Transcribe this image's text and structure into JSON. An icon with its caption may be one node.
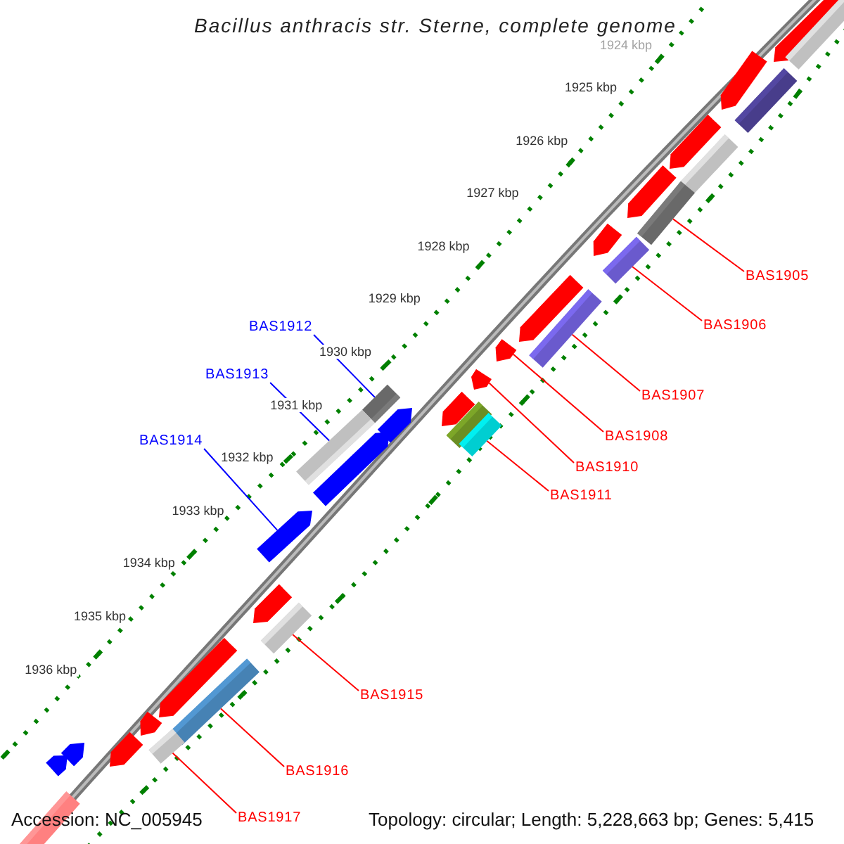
{
  "diagram": {
    "title": "Bacillus anthracis str. Sterne, complete genome",
    "nodes": [
      {
        "text": [
          "BAS1905"
        ]
      },
      {
        "text": [
          "BAS1906"
        ]
      },
      {
        "text": [
          "BAS1907"
        ]
      },
      {
        "text": [
          "BAS1908"
        ]
      },
      {
        "text": [
          "BAS1910"
        ]
      },
      {
        "text": [
          "BAS1911"
        ]
      },
      {
        "text": [
          "BAS1912"
        ]
      },
      {
        "text": [
          "BAS1913"
        ]
      },
      {
        "text": [
          "BAS1914"
        ]
      },
      {
        "text": [
          "BAS1915"
        ]
      },
      {
        "text": [
          "BAS1916"
        ]
      },
      {
        "text": [
          "BAS1917"
        ]
      },
      {
        "text": [],
        "shape": "arrow"
      },
      {
        "text": [],
        "shape": "bar"
      },
      {
        "text": [],
        "shape": "arrow"
      },
      {
        "text": [],
        "shape": "bar"
      },
      {
        "text": [],
        "shape": "arrow"
      },
      {
        "text": [],
        "shape": "bar"
      },
      {
        "text": [],
        "shape": "arrow"
      },
      {
        "text": [],
        "shape": "bar"
      },
      {
        "text": [],
        "shape": "arrow"
      },
      {
        "text": [],
        "shape": "bar"
      },
      {
        "text": [],
        "shape": "arrow"
      },
      {
        "text": [],
        "shape": "bar"
      },
      {
        "text": [],
        "shape": "arrow"
      },
      {
        "text": [],
        "shape": "arrow"
      },
      {
        "text": [],
        "shape": "bar"
      },
      {
        "text": [],
        "shape": "arrow"
      },
      {
        "text": [],
        "shape": "bar"
      },
      {
        "text": [],
        "shape": "arrow"
      },
      {
        "text": [],
        "shape": "bar"
      },
      {
        "text": [],
        "shape": "bar"
      },
      {
        "text": [],
        "shape": "arrow"
      },
      {
        "text": [],
        "shape": "arrow"
      },
      {
        "text": [],
        "shape": "arrow"
      },
      {
        "text": [],
        "shape": "bar"
      },
      {
        "text": [],
        "shape": "arrow"
      },
      {
        "text": [],
        "shape": "bar"
      },
      {
        "text": [],
        "shape": "arrow"
      },
      {
        "text": [],
        "shape": "bar"
      },
      {
        "text": [],
        "shape": "arrow"
      },
      {
        "text": [],
        "shape": "arrow"
      },
      {
        "text": [],
        "shape": "arrow"
      },
      {
        "text": [],
        "shape": "arrow"
      }
    ],
    "edges": [
      {
        "from": 0,
        "to": 19,
        "arrow": "none"
      },
      {
        "from": 1,
        "to": 21,
        "arrow": "none"
      },
      {
        "from": 2,
        "to": 23,
        "arrow": "none"
      },
      {
        "from": 3,
        "to": 24,
        "arrow": "none"
      },
      {
        "from": 4,
        "to": 25,
        "arrow": "none"
      },
      {
        "from": 5,
        "to": 31,
        "arrow": "none"
      },
      {
        "from": 6,
        "to": 26,
        "arrow": "none",
        "color": "#0000ff"
      },
      {
        "from": 7,
        "to": 30,
        "arrow": "none",
        "color": "#0000ff"
      },
      {
        "from": 8,
        "to": 33,
        "arrow": "none",
        "color": "#0000ff"
      },
      {
        "from": 9,
        "to": 35,
        "arrow": "none"
      },
      {
        "from": 10,
        "to": 37,
        "arrow": "none"
      },
      {
        "from": 11,
        "to": 39,
        "arrow": "none"
      }
    ],
    "labels": [
      "1924 kbp",
      "1925 kbp",
      "1926 kbp",
      "1927 kbp",
      "1928 kbp",
      "1929 kbp",
      "1930 kbp",
      "1931 kbp",
      "1932 kbp",
      "1933 kbp",
      "1934 kbp",
      "1935 kbp",
      "1936 kbp",
      "Accession: NC_005945",
      "Topology: circular; Length: 5,228,663 bp; Genes: 5,415"
    ]
  }
}
